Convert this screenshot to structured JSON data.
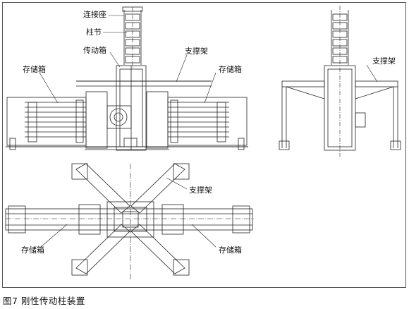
{
  "labels": {
    "connector": "连接座",
    "column_section": "柱节",
    "gearbox": "传动箱",
    "support_frame": "支撑架",
    "storage_box": "存储箱"
  },
  "caption": "图7  刚性传动柱装置",
  "icons": [
    "technical-drawing"
  ]
}
